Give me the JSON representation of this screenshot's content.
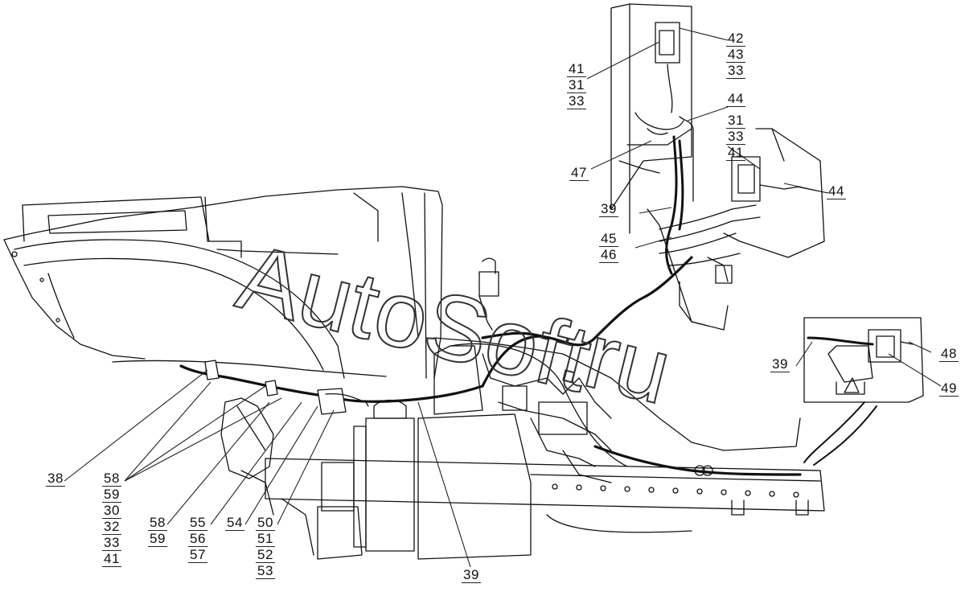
{
  "watermark": {
    "text1": "AutoSoft",
    "text2": ".ru"
  },
  "callouts": [
    {
      "id": "c1",
      "numbers": [
        "41",
        "31",
        "33"
      ]
    },
    {
      "id": "c2",
      "numbers": [
        "42",
        "43",
        "33"
      ]
    },
    {
      "id": "c3",
      "numbers": [
        "44"
      ]
    },
    {
      "id": "c4",
      "numbers": [
        "31",
        "33",
        "41"
      ]
    },
    {
      "id": "c5",
      "numbers": [
        "47"
      ]
    },
    {
      "id": "c6",
      "numbers": [
        "44"
      ]
    },
    {
      "id": "c7",
      "numbers": [
        "39"
      ]
    },
    {
      "id": "c8",
      "numbers": [
        "45",
        "46"
      ]
    },
    {
      "id": "c9",
      "numbers": [
        "39"
      ]
    },
    {
      "id": "c10",
      "numbers": [
        "48"
      ]
    },
    {
      "id": "c11",
      "numbers": [
        "49"
      ]
    },
    {
      "id": "c12",
      "numbers": [
        "38"
      ]
    },
    {
      "id": "c13",
      "numbers": [
        "58",
        "59",
        "30",
        "32",
        "33",
        "41"
      ]
    },
    {
      "id": "c14",
      "numbers": [
        "58",
        "59"
      ]
    },
    {
      "id": "c15",
      "numbers": [
        "55",
        "56",
        "57"
      ]
    },
    {
      "id": "c16",
      "numbers": [
        "54"
      ]
    },
    {
      "id": "c17",
      "numbers": [
        "50",
        "51",
        "52",
        "53"
      ]
    },
    {
      "id": "c18",
      "numbers": [
        "39"
      ]
    }
  ]
}
